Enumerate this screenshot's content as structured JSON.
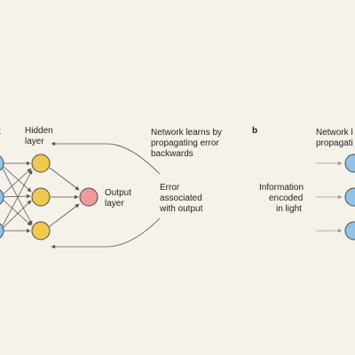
{
  "panel_a": {
    "input_label_fragment": "t",
    "hidden_label": [
      "Hidden",
      "layer"
    ],
    "output_label": [
      "Output",
      "layer"
    ],
    "learns_label": [
      "Network learns by",
      "propagating error",
      "backwards"
    ],
    "error_label": [
      "Error",
      "associated",
      "with output"
    ]
  },
  "panel_b": {
    "letter": "b",
    "learns_label": [
      "Network l",
      "propagati"
    ],
    "info_label": [
      "Information",
      "encoded",
      "in light"
    ]
  },
  "colors": {
    "background": "#f5f2ea",
    "input_node": "#8fc4e8",
    "hidden_node": "#f0c94a",
    "output_node": "#ef9a9a",
    "node_stroke": "#4a4a4a",
    "arrow": "#555555",
    "light_arrow": "#9a9a9a"
  }
}
